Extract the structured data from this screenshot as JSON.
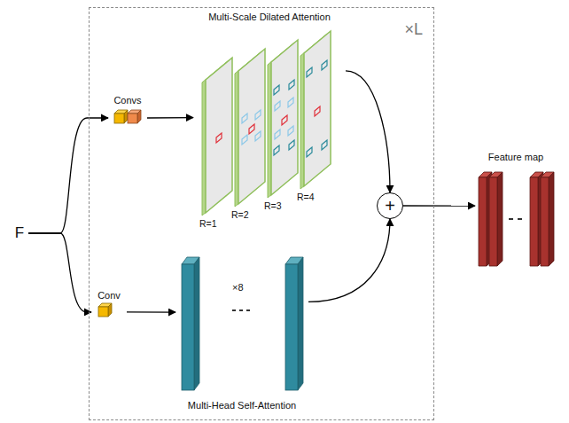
{
  "diagram": {
    "nodes": [
      {
        "text": [
          "×L"
        ]
      },
      {
        "text": [
          "F"
        ]
      },
      {
        "text": [
          "Convs"
        ],
        "in": 0
      },
      {
        "text": [
          "Conv"
        ],
        "in": 0
      },
      {
        "text": [
          "Multi-Scale Dilated Attention"
        ],
        "in": 0
      },
      {
        "text": [
          "Multi-Head Self-Attention"
        ],
        "in": 0
      },
      {
        "text": [
          "+"
        ],
        "in": 0
      },
      {
        "text": [
          "Feature map"
        ]
      }
    ],
    "edges": [
      {
        "from": 1,
        "to": 2,
        "arrow": "to"
      },
      {
        "from": 1,
        "to": 3,
        "arrow": "to"
      },
      {
        "from": 2,
        "to": 4,
        "arrow": "to"
      },
      {
        "from": 3,
        "to": 5,
        "arrow": "to"
      },
      {
        "from": 4,
        "to": 6,
        "arrow": "to"
      },
      {
        "from": 5,
        "to": 6,
        "arrow": "to"
      },
      {
        "from": 6,
        "to": 7,
        "arrow": "to"
      }
    ],
    "labels": [
      "R=1",
      "R=2",
      "R=3",
      "R=4",
      "×8"
    ]
  }
}
